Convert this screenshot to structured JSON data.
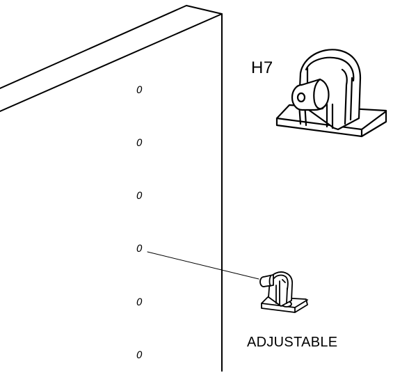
{
  "diagram": {
    "labels": {
      "bracket_large": "H7",
      "bracket_small": "ADJUSTABLE"
    },
    "hole_marks": [
      "0",
      "0",
      "0",
      "0",
      "0",
      "0"
    ],
    "colors": {
      "line": "#000000",
      "fill": "#ffffff"
    }
  }
}
